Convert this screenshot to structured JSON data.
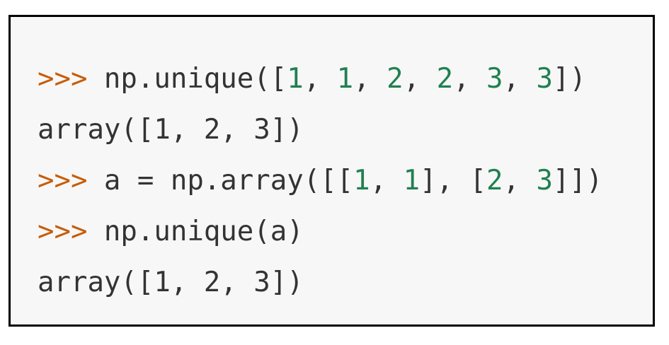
{
  "colors": {
    "background": "#f7f7f7",
    "border": "#000000",
    "text": "#333333",
    "prompt": "#c65d09",
    "number": "#208050"
  },
  "code_lines": [
    {
      "kind": "input",
      "tokens": [
        {
          "t": "prompt",
          "v": ">>>"
        },
        {
          "t": "plain",
          "v": " np.unique(["
        },
        {
          "t": "num",
          "v": "1"
        },
        {
          "t": "plain",
          "v": ", "
        },
        {
          "t": "num",
          "v": "1"
        },
        {
          "t": "plain",
          "v": ", "
        },
        {
          "t": "num",
          "v": "2"
        },
        {
          "t": "plain",
          "v": ", "
        },
        {
          "t": "num",
          "v": "2"
        },
        {
          "t": "plain",
          "v": ", "
        },
        {
          "t": "num",
          "v": "3"
        },
        {
          "t": "plain",
          "v": ", "
        },
        {
          "t": "num",
          "v": "3"
        },
        {
          "t": "plain",
          "v": "])"
        }
      ]
    },
    {
      "kind": "output",
      "tokens": [
        {
          "t": "plain",
          "v": "array([1, 2, 3])"
        }
      ]
    },
    {
      "kind": "input",
      "tokens": [
        {
          "t": "prompt",
          "v": ">>>"
        },
        {
          "t": "plain",
          "v": " a = np.array([["
        },
        {
          "t": "num",
          "v": "1"
        },
        {
          "t": "plain",
          "v": ", "
        },
        {
          "t": "num",
          "v": "1"
        },
        {
          "t": "plain",
          "v": "], ["
        },
        {
          "t": "num",
          "v": "2"
        },
        {
          "t": "plain",
          "v": ", "
        },
        {
          "t": "num",
          "v": "3"
        },
        {
          "t": "plain",
          "v": "]])"
        }
      ]
    },
    {
      "kind": "input",
      "tokens": [
        {
          "t": "prompt",
          "v": ">>>"
        },
        {
          "t": "plain",
          "v": " np.unique(a)"
        }
      ]
    },
    {
      "kind": "output",
      "tokens": [
        {
          "t": "plain",
          "v": "array([1, 2, 3])"
        }
      ]
    }
  ]
}
